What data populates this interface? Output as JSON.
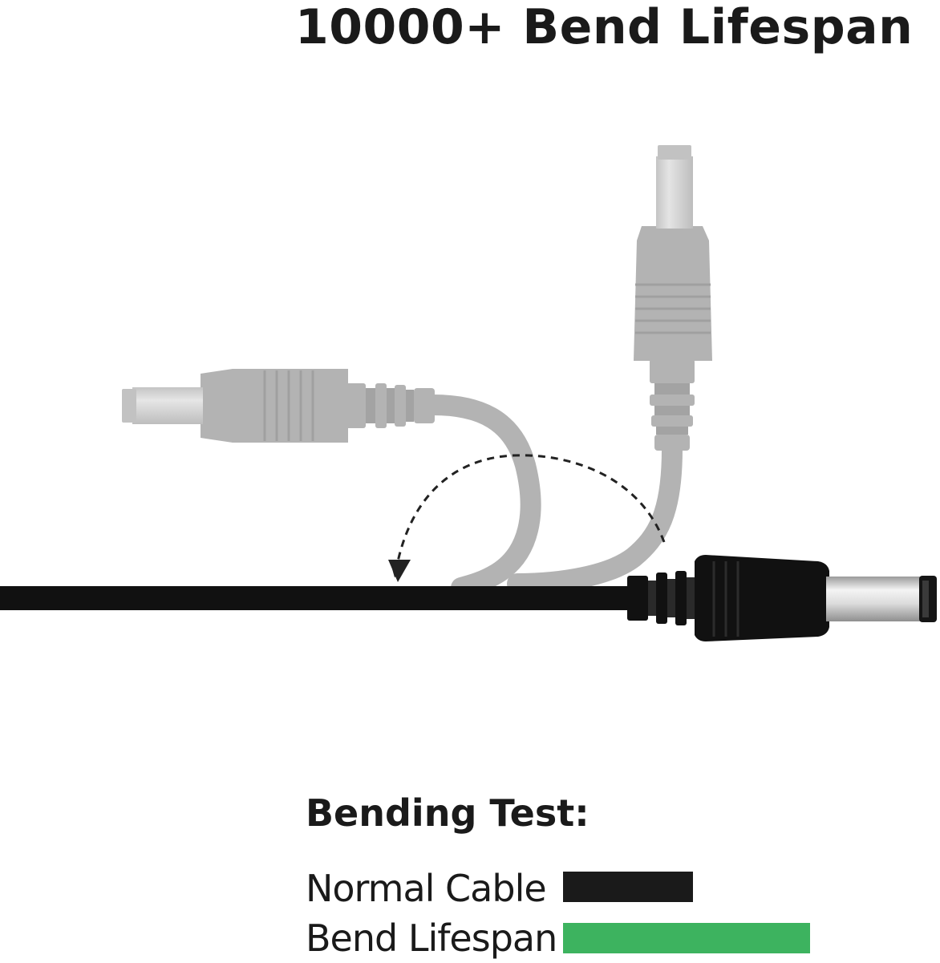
{
  "title": "10000+ Bend Lifespan",
  "legend": {
    "heading": "Bending Test:",
    "items": [
      {
        "label": "Normal Cable",
        "color": "#1a1a1a"
      },
      {
        "label": "Bend Lifespan",
        "color": "#3db35f"
      }
    ]
  },
  "colors": {
    "cable_active": "#111111",
    "cable_ghost": "#b3b3b3",
    "metal_active": "#d9d9d9",
    "metal_ghost": "#cfcfcf",
    "arrow": "#222222"
  }
}
